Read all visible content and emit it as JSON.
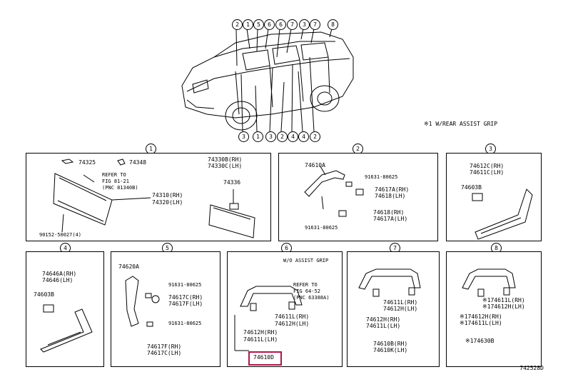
{
  "car_callouts_top": [
    "2",
    "1",
    "5",
    "6",
    "7",
    "6",
    "3",
    "7",
    "8"
  ],
  "car_callouts_bottom": [
    "3",
    "1",
    "3",
    "2",
    "4",
    "4",
    "2"
  ],
  "note": "※1 W/REAR ASSIST GRIP",
  "diagram_id": "742528D",
  "panels": {
    "p1": {
      "num": "1",
      "labels": {
        "a": "74325",
        "b": "74348",
        "c": "REFER TO",
        "d": "FIG 81-21",
        "e": "(PNC 81340B)",
        "f": "74310(RH)",
        "g": "74320(LH)",
        "h": "90152-50027(4)",
        "i": "74330B(RH)",
        "j": "74330C(LH)",
        "k": "74336"
      }
    },
    "p2": {
      "num": "2",
      "labels": {
        "a": "74610A",
        "b": "91631-80625",
        "c": "74617A(RH)",
        "d": "74618(LH)",
        "e": "74618(RH)",
        "f": "74617A(LH)",
        "g": "91631-80625"
      }
    },
    "p3": {
      "num": "3",
      "labels": {
        "a": "74612C(RH)",
        "b": "74611C(LH)",
        "c": "74603B"
      }
    },
    "p4": {
      "num": "4",
      "labels": {
        "a": "74646A(RH)",
        "b": "74646(LH)",
        "c": "74603B"
      }
    },
    "p5": {
      "num": "5",
      "labels": {
        "a": "74620A",
        "b": "91631-80625",
        "c": "74617C(RH)",
        "d": "74617F(LH)",
        "e": "91631-80625",
        "f": "74617F(RH)",
        "g": "74617C(LH)"
      }
    },
    "p6": {
      "num": "6",
      "labels": {
        "a": "W/O ASSIST GRIP",
        "b": "REFER TO",
        "c": "FIG 64-52",
        "d": "(PNC 63388A)",
        "e": "74611L(RH)",
        "f": "74612H(LH)",
        "g": "74612H(RH)",
        "h": "74611L(LH)",
        "i": "74610D"
      }
    },
    "p7": {
      "num": "7",
      "labels": {
        "a": "74611L(RH)",
        "b": "74612H(LH)",
        "c": "74612H(RH)",
        "d": "74611L(LH)",
        "e": "74610B(RH)",
        "f": "74610K(LH)"
      }
    },
    "p8": {
      "num": "8",
      "labels": {
        "a": "※174611L(RH)",
        "b": "※174612H(LH)",
        "c": "※174612H(RH)",
        "d": "※174611L(LH)",
        "e": "※174630B"
      }
    }
  },
  "colors": {
    "highlight": "#b0154a",
    "line": "#000000"
  }
}
